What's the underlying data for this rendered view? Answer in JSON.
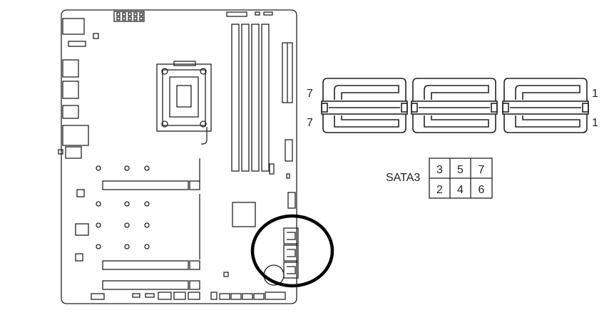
{
  "connector_labels": {
    "row_top_left": "7",
    "row_bottom_left": "7",
    "row_top_right": "1",
    "row_bottom_right": "1"
  },
  "sata_legend": {
    "title": "SATA3",
    "top_row": [
      "3",
      "5",
      "7"
    ],
    "bottom_row": [
      "2",
      "4",
      "6"
    ]
  },
  "colors": {
    "line": "#222222",
    "highlight_circle": "#000000",
    "background": "#ffffff"
  }
}
